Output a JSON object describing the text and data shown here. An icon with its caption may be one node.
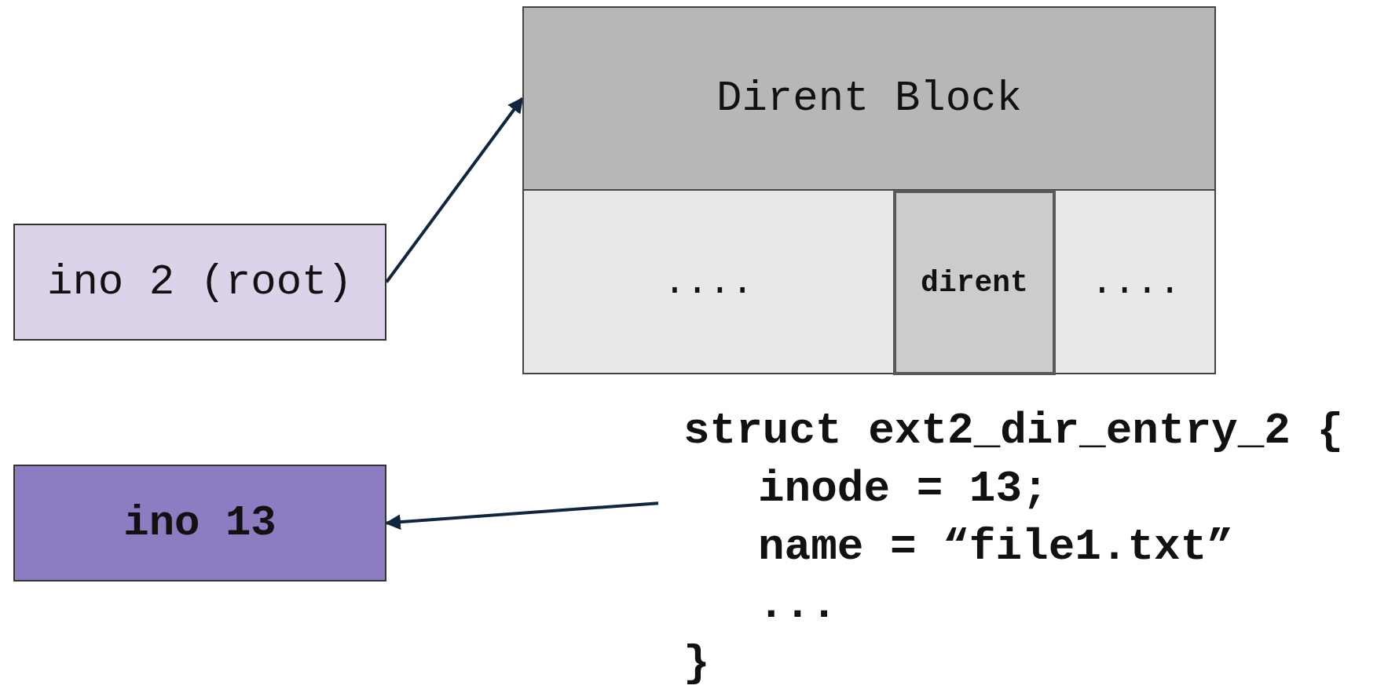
{
  "diagram": {
    "nodes": [
      {
        "text": [
          "ino 2 (root)"
        ]
      },
      {
        "text": [
          "Dirent Block"
        ]
      },
      {
        "text": [
          "...."
        ],
        "in": 1
      },
      {
        "text": [
          "dirent"
        ],
        "in": 1
      },
      {
        "text": [
          "...."
        ],
        "in": 1
      },
      {
        "text": [
          "ino 13"
        ]
      },
      {
        "text": [
          "struct ext2_dir_entry_2 {",
          "inode = 13;",
          "name = “file1.txt”",
          "...",
          "}"
        ]
      }
    ],
    "edges": [
      {
        "from": 0,
        "to": 1,
        "arrow": "to"
      },
      {
        "from": 6,
        "to": 5,
        "arrow": "to"
      }
    ]
  }
}
